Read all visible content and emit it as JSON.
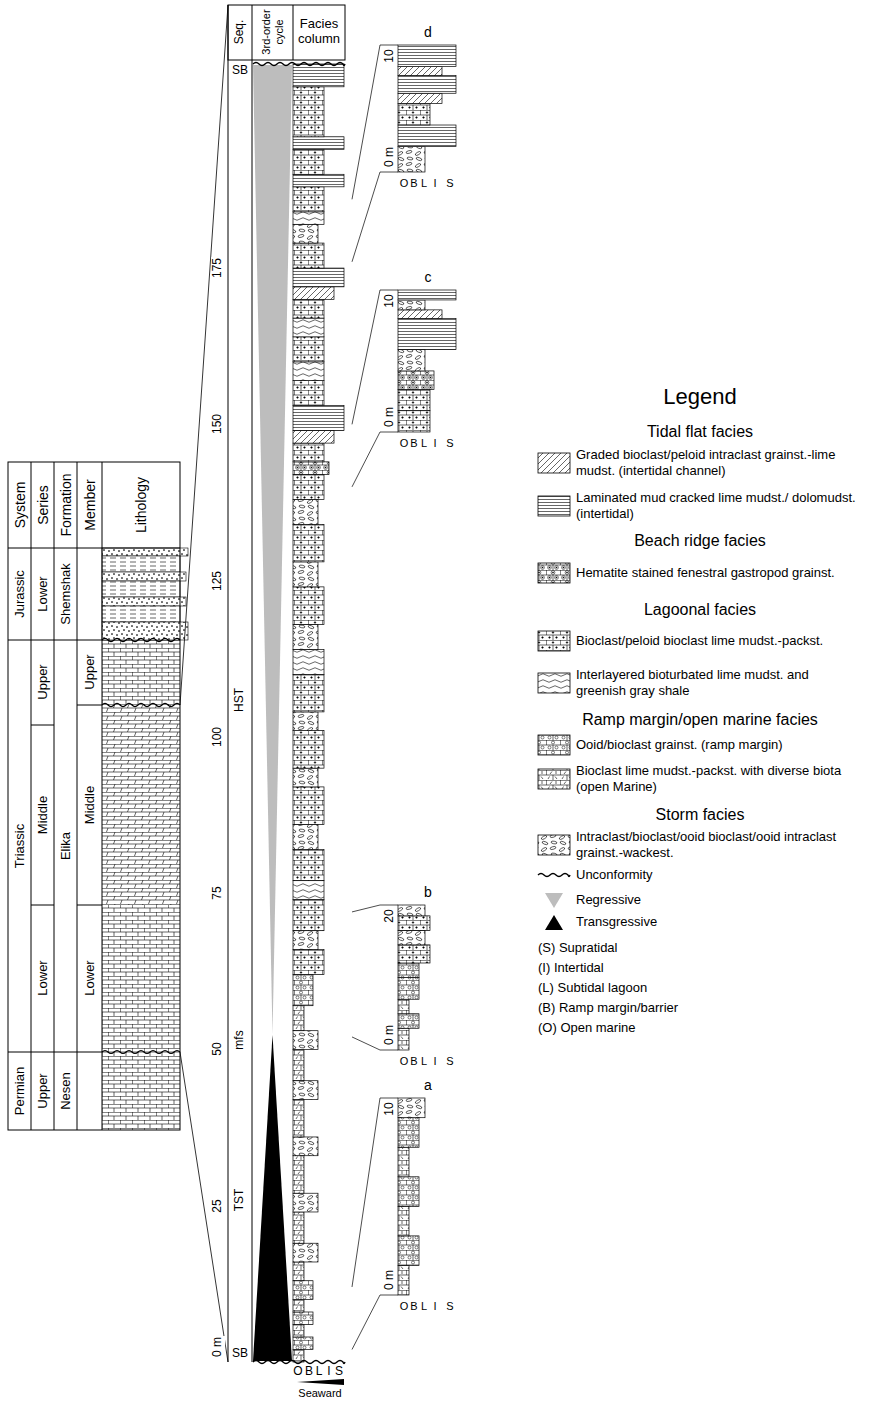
{
  "diagram": {
    "labels": [
      "System",
      "Series",
      "Formation",
      "Member",
      "Lithology",
      "Jurassic",
      "Triassic",
      "Permian",
      "Lower",
      "Upper",
      "Middle",
      "Lower",
      "Upper",
      "Shemshak",
      "Elika",
      "Nesen",
      "Upper",
      "Middle",
      "Lower",
      "Seq.",
      "3rd-order cycle",
      "Facies column",
      "SB",
      "HST",
      "mfs",
      "TST",
      "SB",
      "0 m",
      "25",
      "50",
      "75",
      "100",
      "125",
      "150",
      "175",
      "O",
      "B",
      "L",
      "I",
      "S",
      "Seaward",
      "d",
      "10",
      "0 m",
      "O",
      "B",
      "L",
      "I",
      "S",
      "c",
      "10",
      "0 m",
      "O",
      "B",
      "L",
      "I",
      "S",
      "b",
      "20",
      "0 m",
      "O",
      "B",
      "L",
      "I",
      "S",
      "a",
      "10",
      "0 m",
      "O",
      "B",
      "L",
      "I",
      "S",
      "Legend",
      "Tidal flat facies",
      "Beach ridge facies",
      "Lagoonal facies",
      "Ramp margin/open marine facies",
      "Storm facies",
      "(S) Supratidal",
      "(I) Intertidal",
      "(L) Subtidal lagoon",
      "(B) Ramp margin/barrier",
      "(O) Open marine"
    ],
    "legend": [
      {
        "text": "Graded bioclast/peloid intraclast grainst.-lime mudst. (intertidal channel)"
      },
      {
        "text": "Laminated mud cracked lime mudst./ dolomudst. (intertidal)"
      },
      {
        "text": "Hematite stained fenestral gastropod grainst."
      },
      {
        "text": "Bioclast/peloid bioclast lime mudst.-packst."
      },
      {
        "text": "Interlayered bioturbated lime mudst. and greenish gray shale"
      },
      {
        "text": "Ooid/bioclast grainst. (ramp margin)"
      },
      {
        "text": "Bioclast lime mudst.-packst. with diverse biota (open Marine)"
      },
      {
        "text": "Intraclast/bioclast/ooid bioclast/ooid intraclast grainst.-wackest."
      },
      {
        "text": "Unconformity"
      },
      {
        "text": "Regressive",
        "color": "#bdbdbd"
      },
      {
        "text": "Transgressive",
        "color": "#000000"
      }
    ]
  }
}
